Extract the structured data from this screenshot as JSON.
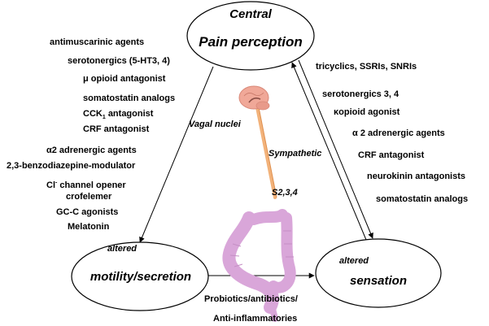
{
  "nodes": {
    "central": {
      "line1": "Central",
      "line2": "Pain perception"
    },
    "motility": {
      "qualifier": "altered",
      "label": "motility/secretion"
    },
    "sensation": {
      "qualifier": "altered",
      "label": "sensation"
    }
  },
  "pathway_labels": {
    "vagal": "Vagal nuclei",
    "sympathetic": "Sympathetic",
    "sacral": "S2,3,4"
  },
  "left_drugs": {
    "antimuscarinic": "antimuscarinic agents",
    "serotonergics": "serotonergics (5-HT3, 4)",
    "mu_prefix": "μ",
    "mu_rest": "opioid antagonist",
    "somatostatin": "somatostatin analogs",
    "cck_main": "CCK",
    "cck_sub": "1",
    "cck_rest": "antagonist",
    "crf": "CRF antagonist",
    "alpha2": "α2 adrenergic agents",
    "benzodiazepine": "2,3-benzodiazepine-modulator",
    "cl_main": "Cl",
    "cl_sup": "-",
    "cl_rest": "channel opener",
    "crofelemer": "crofelemer",
    "gcc": "GC-C agonists",
    "melatonin": "Melatonin"
  },
  "right_drugs": {
    "tricyclics": "tricyclics, SSRIs, SNRIs",
    "serotonergics": "serotonergics 3, 4",
    "kappa_prefix": "κ",
    "kappa_rest": "opioid agonist",
    "alpha2": "α 2 adrenergic agents",
    "crf": "CRF antagonist",
    "neurokinin": "neurokinin antagonists",
    "somatostatin": "somatostatin analogs"
  },
  "bottom_drugs": {
    "line1": "Probiotics/antibiotics/",
    "line2": "Anti-inflammatories"
  },
  "colors": {
    "colon": "#d9a6d9",
    "brain": "#f0a898",
    "cerebellum": "#e89a8a",
    "spinal_cord": "#f2b27a",
    "spinal_cord_dark": "#e0904f"
  }
}
